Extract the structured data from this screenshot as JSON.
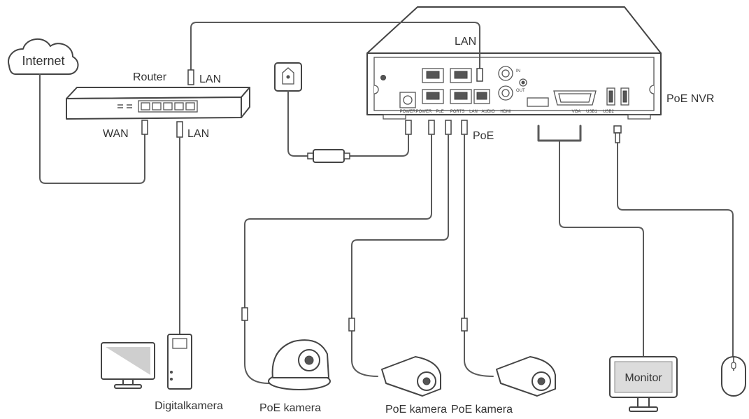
{
  "internet": {
    "label": "Internet"
  },
  "router": {
    "label": "Router",
    "wan_label": "WAN",
    "lan_label": "LAN",
    "uplink_lan_label": "LAN"
  },
  "nvr": {
    "label": "PoE NVR",
    "lan_label": "LAN",
    "poe_label": "PoE",
    "ports": {
      "power_1": "POWER",
      "power_2": "POWER",
      "poe": "PoE",
      "ports": "PORTS",
      "lan": "LAN",
      "audio": "AUDIO",
      "hdmi": "HDMI",
      "vga": "VGA",
      "usb1": "USB1",
      "usb2": "USB2",
      "in": "IN",
      "out": "OUT"
    }
  },
  "devices": {
    "digital_camera": "Digitalkamera",
    "poe_camera_1": "PoE kamera",
    "poe_camera_2": "PoE kamera",
    "poe_camera_3": "PoE kamera",
    "monitor": "Monitor"
  }
}
